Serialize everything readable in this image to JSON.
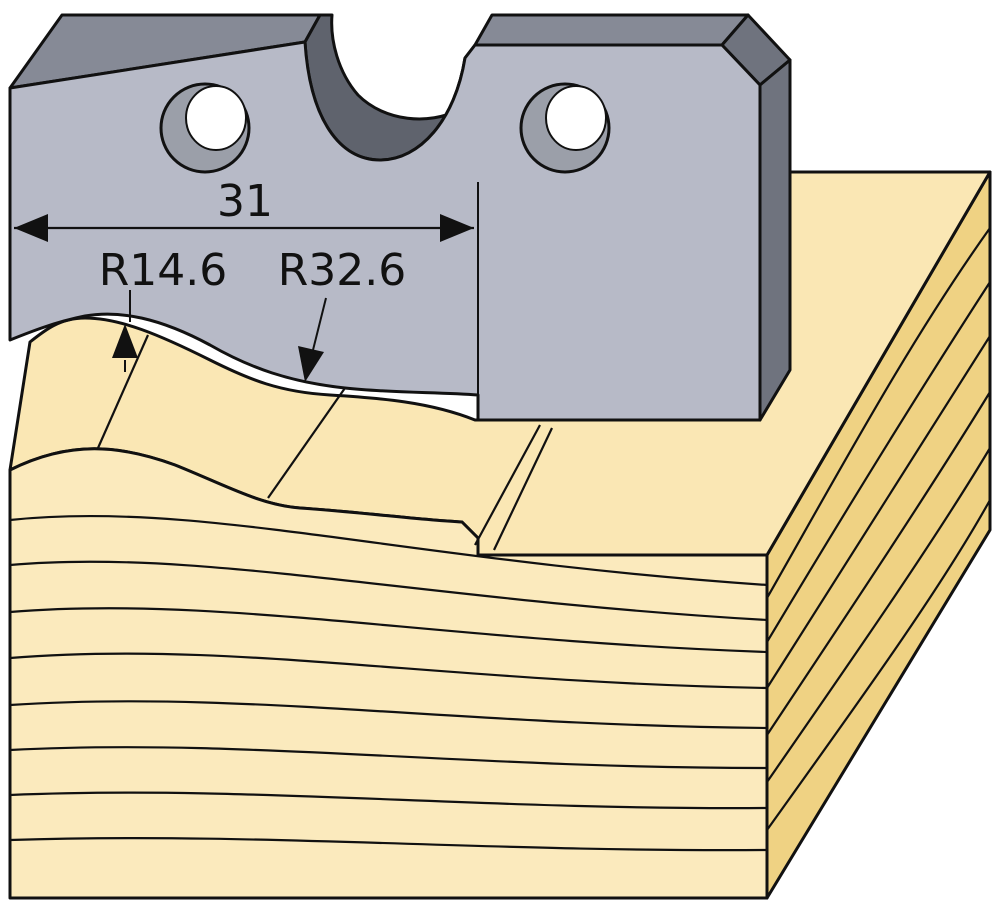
{
  "dimensions": {
    "width_label": "31",
    "radius_small_label": "R14.6",
    "radius_large_label": "R32.6"
  },
  "colors": {
    "blade_face": "#b7bac7",
    "blade_top": "#868a96",
    "blade_side": "#6f737e",
    "hole_inner": "#9b9fa9",
    "wood_top": "#fae7b4",
    "wood_front": "#fbeabd",
    "wood_side": "#efd283",
    "outline": "#111111"
  }
}
